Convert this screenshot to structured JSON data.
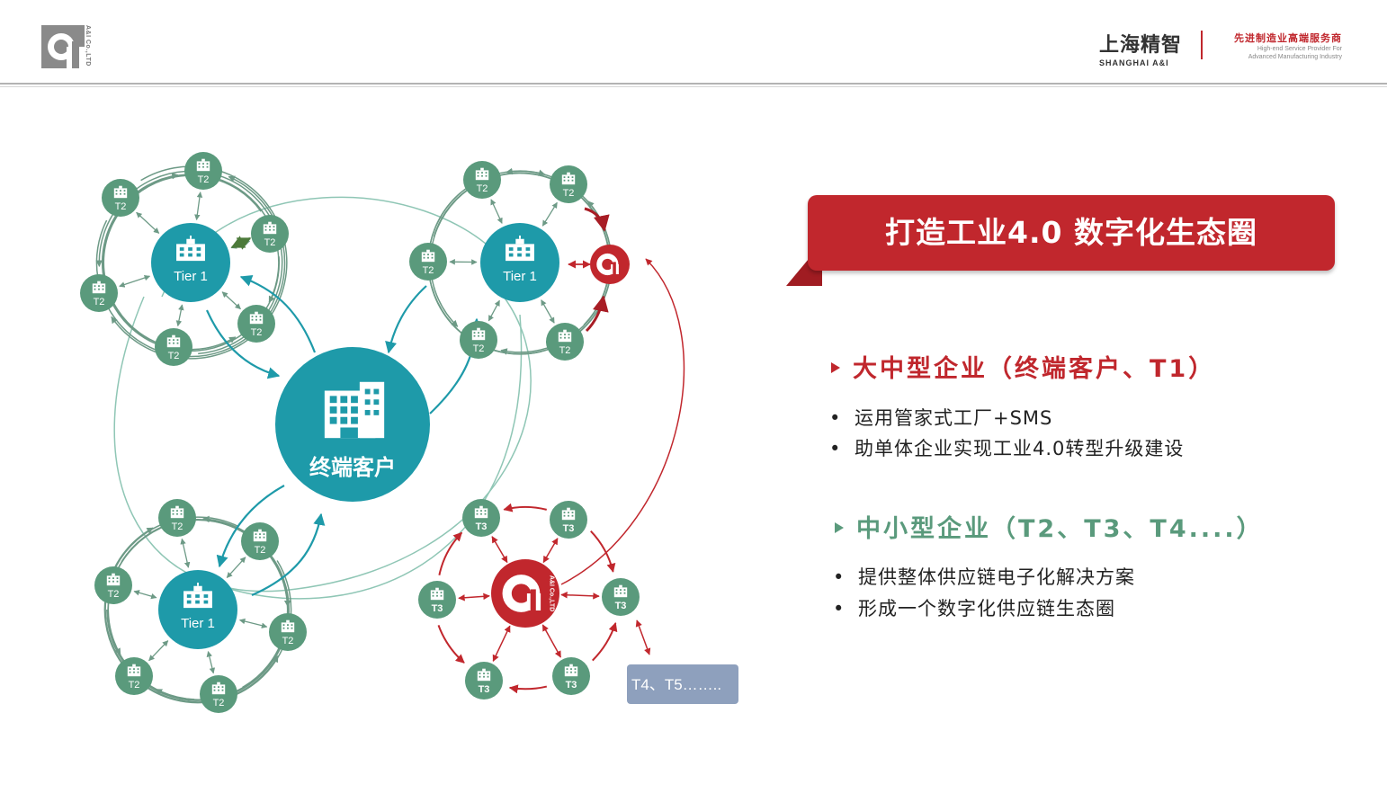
{
  "header": {
    "logo_side": "A&I Co.,LTD",
    "brand_cn": "上海精智",
    "brand_en": "SHANGHAI A&I",
    "slogan_cn": "先进制造业高端服务商",
    "slogan_en_1": "High-end Service Provider For",
    "slogan_en_2": "Advanced Manufacturing Industry"
  },
  "diagram": {
    "center_label": "终端客户",
    "tier1_label": "Tier 1",
    "t2_label": "T2",
    "t3_label": "T3",
    "hub_side_text": "A&I Co.,LTD",
    "extra_label": "T4、T5……..",
    "colors": {
      "teal": "#1e9aa9",
      "green": "#5a9a7c",
      "red": "#c1272d",
      "grey_box": "#8ea0bd"
    }
  },
  "banner": {
    "title": "打造工业4.0 数字化生态圈"
  },
  "section1": {
    "title": "大中型企业（终端客户、T1）",
    "bullets": [
      "运用管家式工厂+SMS",
      "助单体企业实现工业4.0转型升级建设"
    ]
  },
  "section2": {
    "title": "中小型企业（T2、T3、T4....）",
    "bullets": [
      "提供整体供应链电子化解决方案",
      "形成一个数字化供应链生态圈"
    ]
  }
}
